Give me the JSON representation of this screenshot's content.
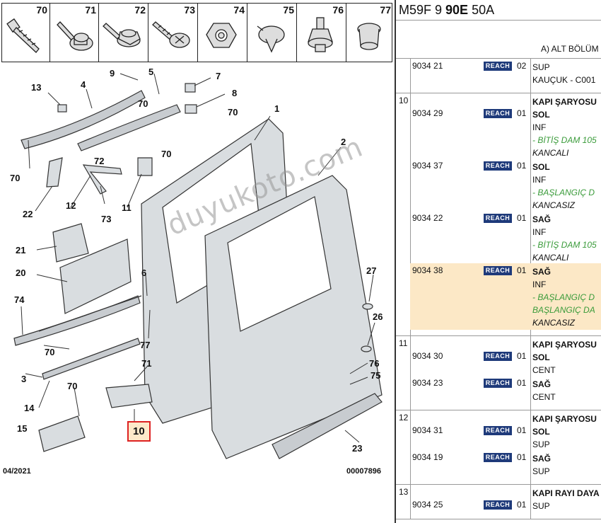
{
  "icons": [
    {
      "num": "70",
      "name": "bolt-icon"
    },
    {
      "num": "71",
      "name": "bolt-washer-icon"
    },
    {
      "num": "72",
      "name": "hex-bolt-icon"
    },
    {
      "num": "73",
      "name": "screw-icon"
    },
    {
      "num": "74",
      "name": "hex-nut-icon"
    },
    {
      "num": "75",
      "name": "push-clip-icon"
    },
    {
      "num": "76",
      "name": "stud-nut-icon"
    },
    {
      "num": "77",
      "name": "rivet-nut-icon"
    }
  ],
  "diagram": {
    "callouts": [
      "13",
      "4",
      "9",
      "5",
      "7",
      "8",
      "70",
      "70",
      "1",
      "2",
      "70",
      "70",
      "72",
      "11",
      "22",
      "12",
      "73",
      "21",
      "20",
      "6",
      "27",
      "74",
      "26",
      "77",
      "70",
      "71",
      "76",
      "75",
      "3",
      "14",
      "70",
      "15",
      "10",
      "23"
    ],
    "highlighted": "10",
    "date": "04/2021",
    "code": "00007896",
    "watermark": "duyukoto.com"
  },
  "header": {
    "code_pre": "M59F 9 ",
    "code_bold": "90E",
    "code_post": " 50A",
    "section": "A) ALT BÖLÜM"
  },
  "groups": [
    {
      "num": "",
      "rows": [
        {
          "ref": "9034 21",
          "qty": "02",
          "lines": [
            {
              "t": "SUP",
              "s": ""
            },
            {
              "t": "KAUÇUK - C001",
              "s": ""
            }
          ]
        }
      ]
    },
    {
      "num": "10",
      "title": "KAPI ŞARYOSU",
      "rows": [
        {
          "ref": "9034 29",
          "qty": "01",
          "lines": [
            {
              "t": "SOL",
              "s": "b"
            },
            {
              "t": "INF",
              "s": ""
            },
            {
              "t": "- BİTİŞ DAM 105",
              "s": "g"
            },
            {
              "t": "KANCALI",
              "s": "i"
            }
          ]
        },
        {
          "ref": "9034 37",
          "qty": "01",
          "lines": [
            {
              "t": "SOL",
              "s": "b"
            },
            {
              "t": "INF",
              "s": ""
            },
            {
              "t": "- BAŞLANGIÇ D",
              "s": "g"
            },
            {
              "t": "KANCASIZ",
              "s": "i"
            }
          ]
        },
        {
          "ref": "9034 22",
          "qty": "01",
          "lines": [
            {
              "t": "SAĞ",
              "s": "b"
            },
            {
              "t": "INF",
              "s": ""
            },
            {
              "t": "- BİTİŞ DAM 105",
              "s": "g"
            },
            {
              "t": "KANCALI",
              "s": "i"
            }
          ]
        },
        {
          "ref": "9034 38",
          "qty": "01",
          "highlight": true,
          "lines": [
            {
              "t": "SAĞ",
              "s": "b"
            },
            {
              "t": "INF",
              "s": ""
            },
            {
              "t": "- BAŞLANGIÇ D",
              "s": "g"
            },
            {
              "t": "BAŞLANGIÇ DA",
              "s": "g"
            },
            {
              "t": "KANCASIZ",
              "s": "i"
            }
          ]
        }
      ]
    },
    {
      "num": "11",
      "title": "KAPI ŞARYOSU",
      "rows": [
        {
          "ref": "9034 30",
          "qty": "01",
          "lines": [
            {
              "t": "SOL",
              "s": "b"
            },
            {
              "t": "CENT",
              "s": ""
            }
          ]
        },
        {
          "ref": "9034 23",
          "qty": "01",
          "lines": [
            {
              "t": "SAĞ",
              "s": "b"
            },
            {
              "t": "CENT",
              "s": ""
            }
          ]
        }
      ]
    },
    {
      "num": "12",
      "title": "KAPI ŞARYOSU",
      "rows": [
        {
          "ref": "9034 31",
          "qty": "01",
          "lines": [
            {
              "t": "SOL",
              "s": "b"
            },
            {
              "t": "SUP",
              "s": ""
            }
          ]
        },
        {
          "ref": "9034 19",
          "qty": "01",
          "lines": [
            {
              "t": "SAĞ",
              "s": "b"
            },
            {
              "t": "SUP",
              "s": ""
            }
          ]
        }
      ]
    },
    {
      "num": "13",
      "title": "KAPI RAYI DAYA",
      "rows": [
        {
          "ref": "9034 25",
          "qty": "01",
          "lines": [
            {
              "t": "SUP",
              "s": ""
            }
          ]
        }
      ]
    }
  ],
  "badge_text": "REACH"
}
